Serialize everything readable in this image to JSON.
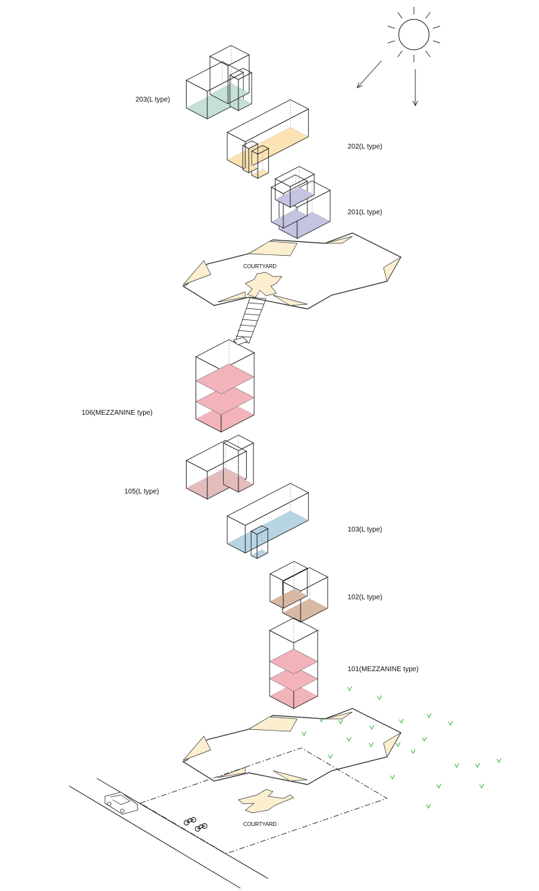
{
  "diagram": {
    "units": [
      {
        "id": "203",
        "label": "203(L type)",
        "floor_color": "#c5e0d4"
      },
      {
        "id": "202",
        "label": "202(L type)",
        "floor_color": "#fbe3b3"
      },
      {
        "id": "201",
        "label": "201(L type)",
        "floor_color": "#c3c3e2"
      },
      {
        "id": "106",
        "label": "106(MEZZANINE type)",
        "floor_color": "#f2b3ba"
      },
      {
        "id": "105",
        "label": "105(L type)",
        "floor_color": "#e4bcbc"
      },
      {
        "id": "103",
        "label": "103(L type)",
        "floor_color": "#b6d4e4"
      },
      {
        "id": "102",
        "label": "102(L type)",
        "floor_color": "#d8b9a3"
      },
      {
        "id": "101",
        "label": "101(MEZZANINE type)",
        "floor_color": "#f2b3ba"
      }
    ],
    "courtyard_upper_label": "COURTYARD",
    "courtyard_ground_label": "COURTYARD",
    "courtyard_color": "#fbefcf",
    "checkmark_color": "#3cb043",
    "icons": [
      "sun-icon",
      "sun-arrow-icon",
      "car-icon",
      "bicycle-icon",
      "tree-check-icon"
    ]
  }
}
